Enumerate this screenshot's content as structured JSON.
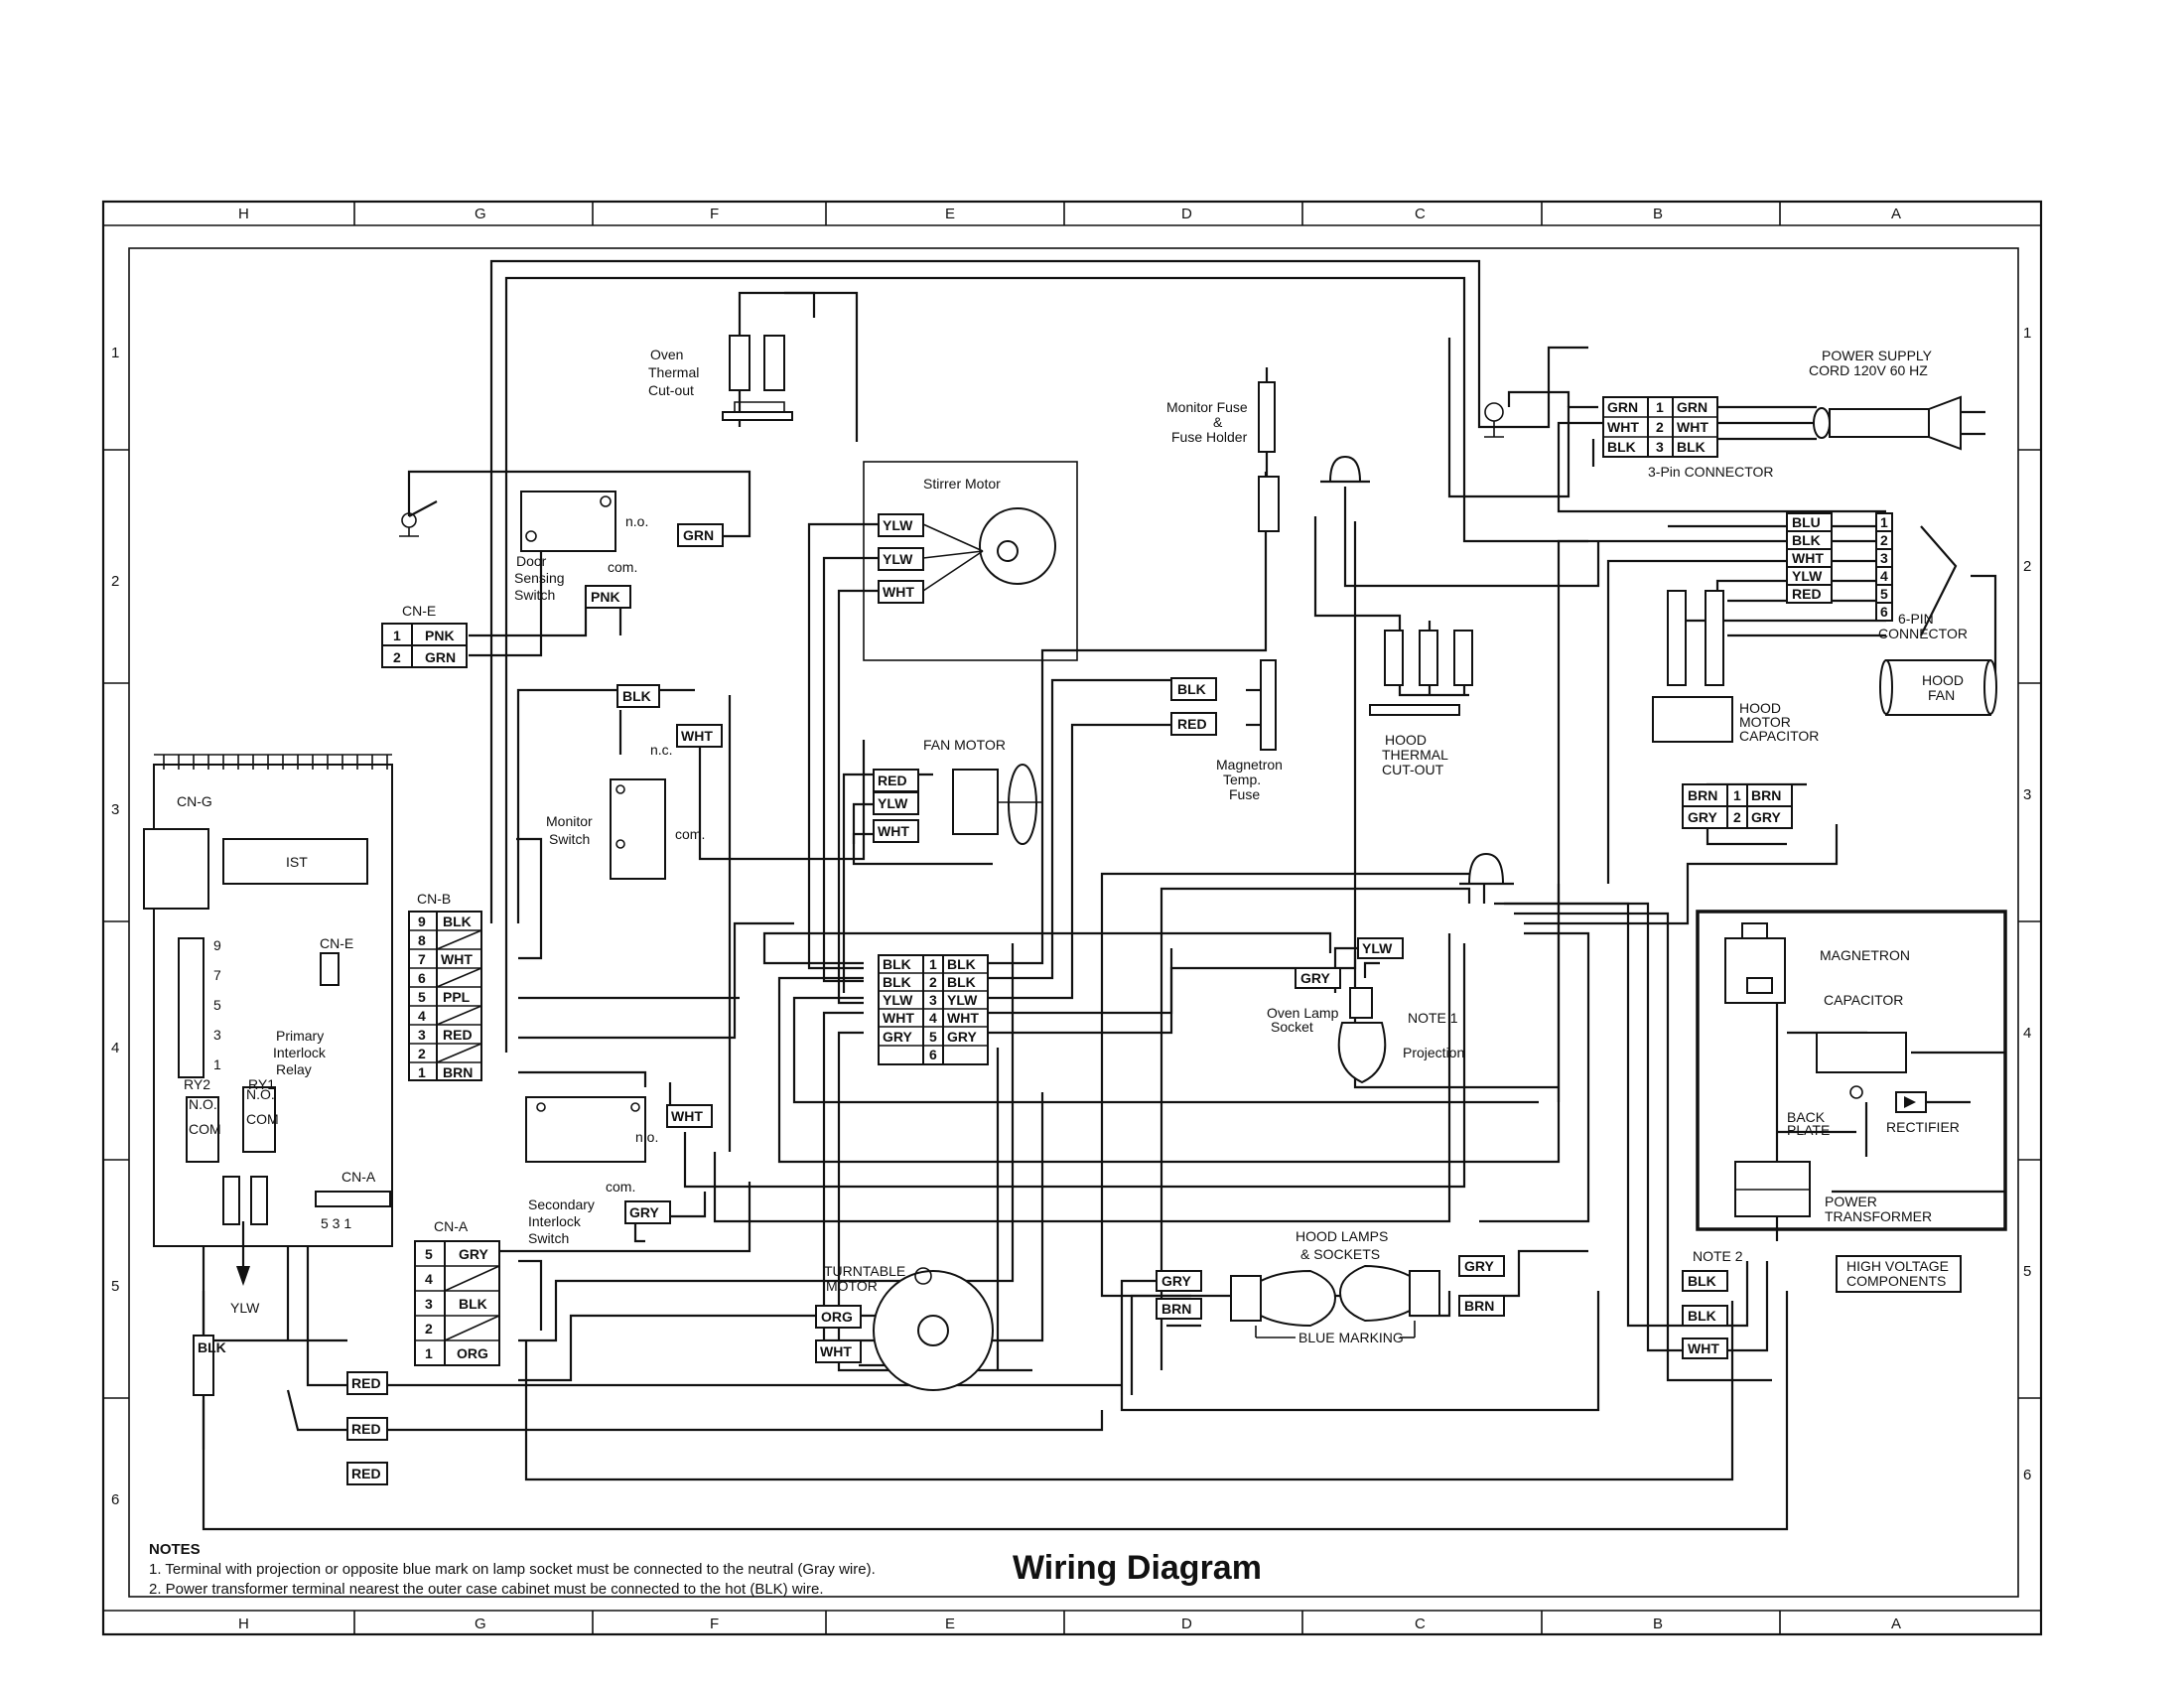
{
  "title": "Wiring Diagram",
  "notes": {
    "heading": "NOTES",
    "items": [
      "1. Terminal with projection or opposite blue mark on lamp socket must be connected to the neutral (Gray wire).",
      "2. Power transformer terminal nearest the outer case cabinet must be connected to the hot (BLK) wire."
    ]
  },
  "grid": {
    "columns": [
      "H",
      "G",
      "F",
      "E",
      "D",
      "C",
      "B",
      "A"
    ],
    "rows": [
      "1",
      "2",
      "3",
      "4",
      "5",
      "6"
    ]
  },
  "labels": {
    "power_supply_1": "POWER SUPPLY",
    "power_supply_2": "CORD 120V 60 HZ",
    "three_pin": "3-Pin CONNECTOR",
    "six_pin_1": "6-PIN",
    "six_pin_2": "CONNECTOR",
    "hood_fan_1": "HOOD",
    "hood_fan_2": "FAN",
    "hood_motor_cap_1": "HOOD",
    "hood_motor_cap_2": "MOTOR",
    "hood_motor_cap_3": "CAPACITOR",
    "hood_thermal_1": "HOOD",
    "hood_thermal_2": "THERMAL",
    "hood_thermal_3": "CUT-OUT",
    "monitor_fuse_1": "Monitor Fuse",
    "monitor_fuse_2": "&",
    "monitor_fuse_3": "Fuse Holder",
    "oven_thermal_1": "Oven",
    "oven_thermal_2": "Thermal",
    "oven_thermal_3": "Cut-out",
    "stirrer_motor": "Stirrer Motor",
    "door_sensing_1": "Door",
    "door_sensing_2": "Sensing",
    "door_sensing_3": "Switch",
    "fan_motor": "FAN MOTOR",
    "magnetron_fuse_1": "Magnetron",
    "magnetron_fuse_2": "Temp.",
    "magnetron_fuse_3": "Fuse",
    "monitor_switch_1": "Monitor",
    "monitor_switch_2": "Switch",
    "oven_lamp_1": "Oven Lamp",
    "oven_lamp_2": "Socket",
    "note1": "NOTE 1",
    "projection": "Projection",
    "secondary_1": "Secondary",
    "secondary_2": "Interlock",
    "secondary_3": "Switch",
    "turntable_1": "TURNTABLE",
    "turntable_2": "MOTOR",
    "hood_lamps_1": "HOOD LAMPS",
    "hood_lamps_2": "& SOCKETS",
    "blue_marking": "BLUE MARKING",
    "note2": "NOTE 2",
    "magnetron": "MAGNETRON",
    "capacitor": "CAPACITOR",
    "back_plate_1": "BACK",
    "back_plate_2": "PLATE",
    "rectifier": "RECTIFIER",
    "power_transformer_1": "POWER",
    "power_transformer_2": "TRANSFORMER",
    "hv_1": "HIGH VOLTAGE",
    "hv_2": "COMPONENTS",
    "primary_1": "Primary",
    "primary_2": "Interlock",
    "primary_3": "Relay",
    "ist": "IST",
    "cn_g": "CN-G",
    "cn_e_small": "CN-E",
    "cn_a_small": "CN-A",
    "cn_a_pins": "5  3  1",
    "ry2": "RY2",
    "ry1": "RY1",
    "no": "N.O.",
    "com": "COM",
    "ylw_arrow": "YLW",
    "n_o": "n.o.",
    "n_c": "n.c.",
    "com_small": "com.",
    "board_pins": [
      "9",
      "7",
      "5",
      "3",
      "1"
    ]
  },
  "connectors": {
    "cn_e": {
      "name": "CN-E",
      "pins": [
        {
          "n": "1",
          "w": "PNK"
        },
        {
          "n": "2",
          "w": "GRN"
        }
      ]
    },
    "cn_b": {
      "name": "CN-B",
      "pins": [
        {
          "n": "9",
          "w": "BLK"
        },
        {
          "n": "8",
          "w": ""
        },
        {
          "n": "7",
          "w": "WHT"
        },
        {
          "n": "6",
          "w": ""
        },
        {
          "n": "5",
          "w": "PPL"
        },
        {
          "n": "4",
          "w": ""
        },
        {
          "n": "3",
          "w": "RED"
        },
        {
          "n": "2",
          "w": ""
        },
        {
          "n": "1",
          "w": "BRN"
        }
      ]
    },
    "cn_a": {
      "name": "CN-A",
      "pins": [
        {
          "n": "5",
          "w": "GRY"
        },
        {
          "n": "4",
          "w": ""
        },
        {
          "n": "3",
          "w": "BLK"
        },
        {
          "n": "2",
          "w": ""
        },
        {
          "n": "1",
          "w": "ORG"
        }
      ]
    },
    "three_pin": [
      {
        "l": "GRN",
        "n": "1",
        "r": "GRN"
      },
      {
        "l": "WHT",
        "n": "2",
        "r": "WHT"
      },
      {
        "l": "BLK",
        "n": "3",
        "r": "BLK"
      }
    ],
    "six_pin": [
      {
        "w": "BLU",
        "n": "1"
      },
      {
        "w": "BLK",
        "n": "2"
      },
      {
        "w": "WHT",
        "n": "3"
      },
      {
        "w": "YLW",
        "n": "4"
      },
      {
        "w": "RED",
        "n": "5"
      },
      {
        "w": "",
        "n": "6"
      }
    ],
    "center": [
      {
        "l": "BLK",
        "n": "1",
        "r": "BLK"
      },
      {
        "l": "BLK",
        "n": "2",
        "r": "BLK"
      },
      {
        "l": "YLW",
        "n": "3",
        "r": "YLW"
      },
      {
        "l": "WHT",
        "n": "4",
        "r": "WHT"
      },
      {
        "l": "GRY",
        "n": "5",
        "r": "GRY"
      },
      {
        "l": "",
        "n": "6",
        "r": ""
      }
    ],
    "brn_gry": [
      {
        "l": "BRN",
        "n": "1",
        "r": "BRN"
      },
      {
        "l": "GRY",
        "n": "2",
        "r": "GRY"
      }
    ]
  },
  "wires": {
    "grn": "GRN",
    "blk": "BLK",
    "wht": "WHT",
    "red": "RED",
    "ylw": "YLW",
    "gry": "GRY",
    "brn": "BRN",
    "org": "ORG",
    "pnk": "PNK",
    "ppl": "PPL",
    "vblk": "B\nL\nK",
    "vred": "R\nE\nD",
    "vppl": "P\nP\nL",
    "vylw": "Y\nL\nW"
  }
}
